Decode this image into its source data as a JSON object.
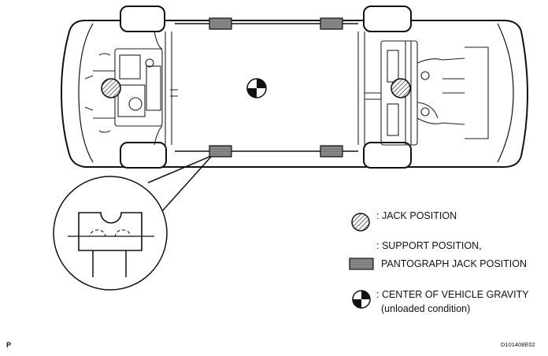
{
  "legend": {
    "jack_position": ": JACK POSITION",
    "support_line1": ": SUPPORT POSITION,",
    "support_line2": "PANTOGRAPH JACK POSITION",
    "gravity_line1": ": CENTER OF VEHICLE GRAVITY",
    "gravity_line2": "(unloaded condition)"
  },
  "footer": {
    "left_code": "P",
    "right_code": "D101408E02"
  },
  "colors": {
    "line": "#111111",
    "hatch": "#444444",
    "pad_fill": "#9a9a9a",
    "background": "#ffffff"
  }
}
